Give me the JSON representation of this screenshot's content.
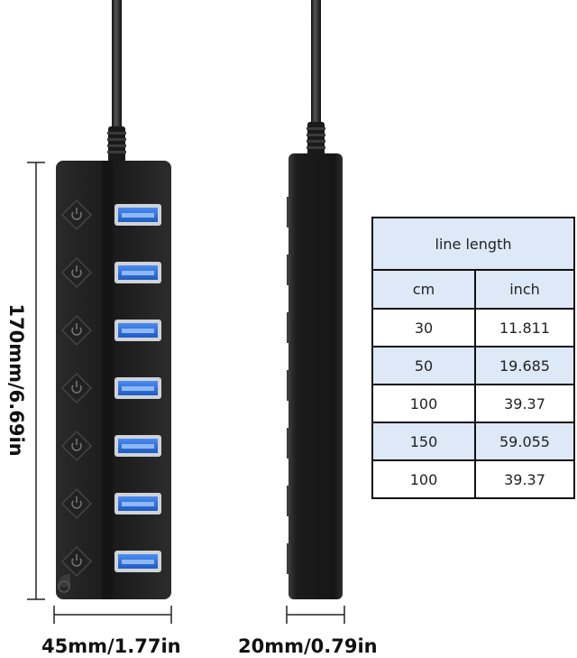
{
  "dimensions": {
    "height": "170mm/6.69in",
    "width": "45mm/1.77in",
    "depth": "20mm/0.79in"
  },
  "hub": {
    "port_count": 7,
    "port_icon": "usb-port-icon",
    "switch_icon": "power-icon"
  },
  "cable_table": {
    "title": "line length",
    "headers": [
      "cm",
      "inch"
    ],
    "rows": [
      [
        "30",
        "11.811"
      ],
      [
        "50",
        "19.685"
      ],
      [
        "100",
        "39.37"
      ],
      [
        "150",
        "59.055"
      ],
      [
        "100",
        "39.37"
      ]
    ]
  },
  "colors": {
    "table_fill": "#dde9f6",
    "usb_blue": "#2e6fd8",
    "hub_body": "#161616"
  }
}
